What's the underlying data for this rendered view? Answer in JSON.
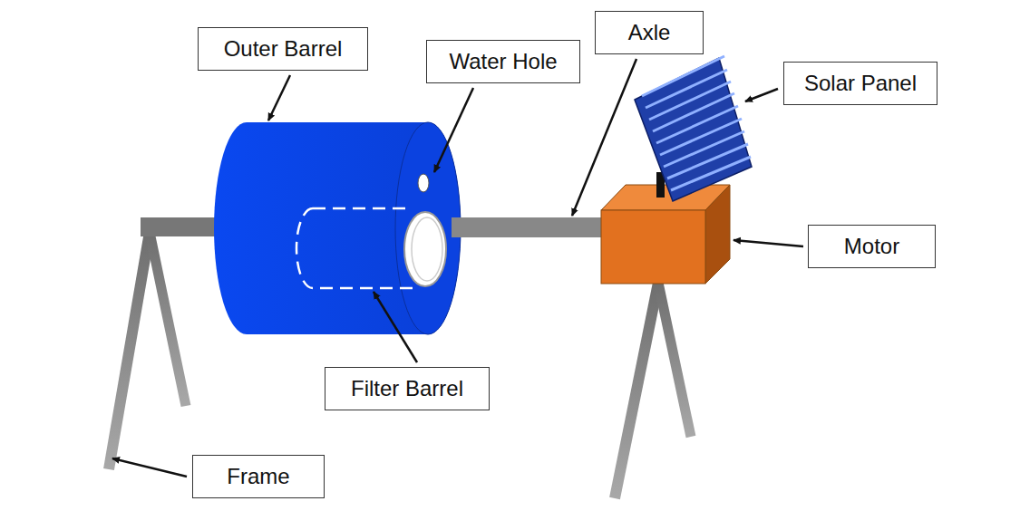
{
  "diagram": {
    "nodes": [
      {
        "text": [
          "Outer Barrel"
        ]
      },
      {
        "text": [
          "Water Hole"
        ]
      },
      {
        "text": [
          "Axle"
        ]
      },
      {
        "text": [
          "Solar Panel"
        ]
      },
      {
        "text": [
          "Motor"
        ]
      },
      {
        "text": [
          "Filter Barrel"
        ]
      },
      {
        "text": [
          "Frame"
        ]
      }
    ]
  }
}
